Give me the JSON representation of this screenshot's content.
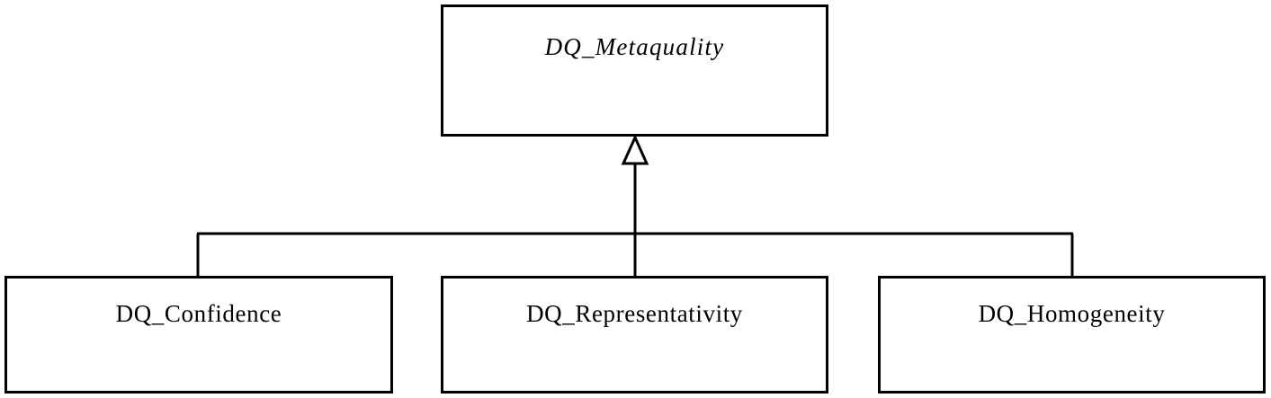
{
  "diagram": {
    "type": "uml-class-diagram",
    "relationship": "generalization",
    "background_color": "#ffffff",
    "line_color": "#000000",
    "superclass": {
      "name": "DQ_Metaquality",
      "is_abstract": true,
      "compartments": [
        "name"
      ]
    },
    "subclasses": [
      {
        "name": "DQ_Confidence",
        "is_abstract": false
      },
      {
        "name": "DQ_Representativity",
        "is_abstract": false
      },
      {
        "name": "DQ_Homogeneity",
        "is_abstract": false
      }
    ],
    "connector": {
      "arrow_type": "hollow-triangle",
      "style": "shared-tree",
      "icon": "generalization-arrow-icon"
    }
  }
}
